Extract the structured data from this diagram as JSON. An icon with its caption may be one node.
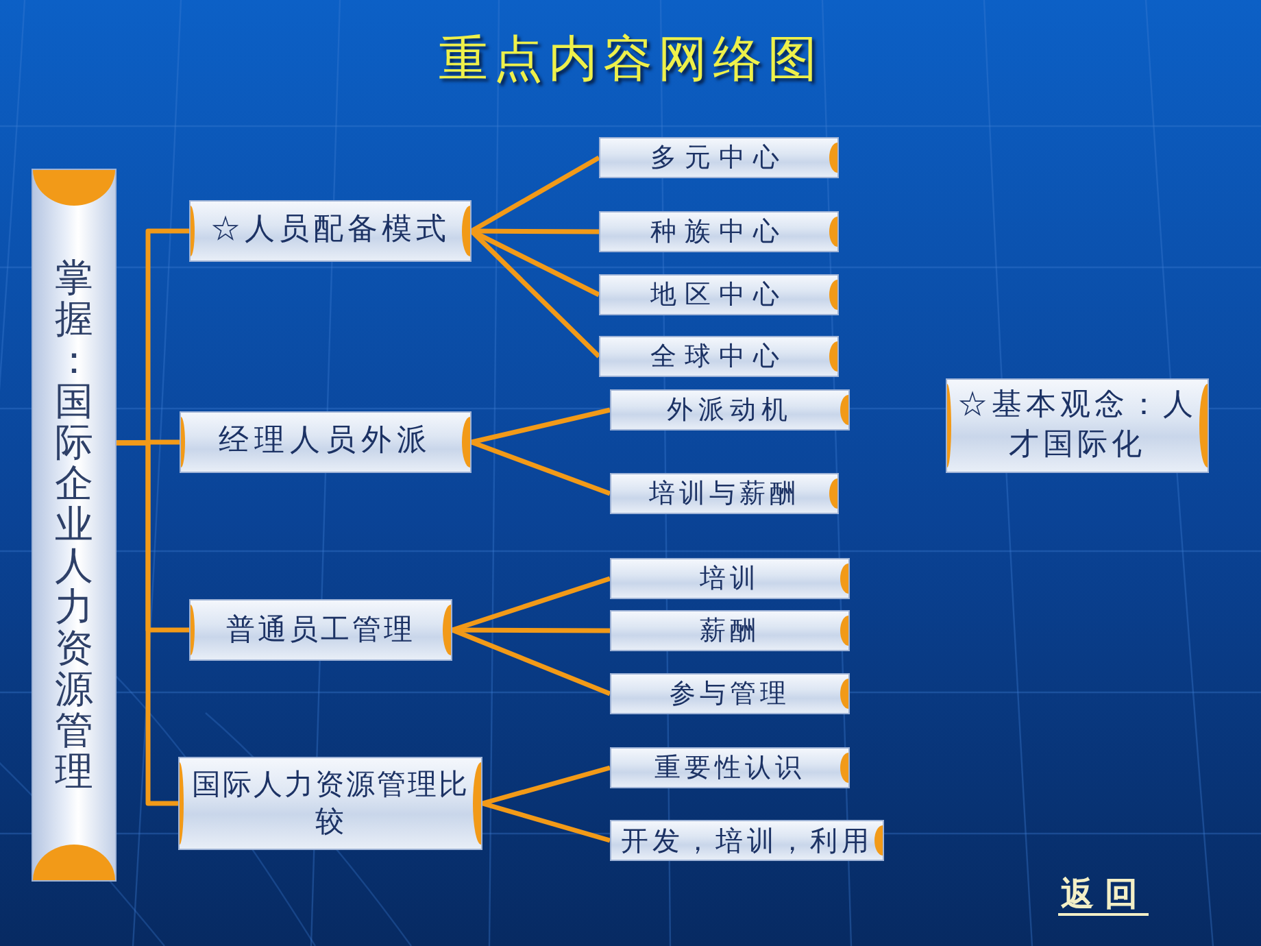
{
  "diagram": {
    "title": "重点内容网络图",
    "nodes": [
      {
        "text": [
          "掌握：国际企业人力资源管理"
        ]
      },
      {
        "text": [
          "☆人员配备模式"
        ]
      },
      {
        "text": [
          "经理人员外派"
        ]
      },
      {
        "text": [
          "普通员工管理"
        ]
      },
      {
        "text": [
          "国际人力资源管理比较"
        ]
      },
      {
        "text": [
          "多元中心"
        ]
      },
      {
        "text": [
          "种族中心"
        ]
      },
      {
        "text": [
          "地区中心"
        ]
      },
      {
        "text": [
          "全球中心"
        ]
      },
      {
        "text": [
          "外派动机"
        ]
      },
      {
        "text": [
          "培训与薪酬"
        ]
      },
      {
        "text": [
          "培训"
        ]
      },
      {
        "text": [
          "薪酬"
        ]
      },
      {
        "text": [
          "参与管理"
        ]
      },
      {
        "text": [
          "重要性认识"
        ]
      },
      {
        "text": [
          "开发，培训，利用"
        ]
      },
      {
        "text": [
          "☆基本观念：人才国际化"
        ]
      }
    ],
    "edges": [
      {
        "from": 0,
        "to": 1,
        "arrow": "none"
      },
      {
        "from": 0,
        "to": 2,
        "arrow": "none"
      },
      {
        "from": 0,
        "to": 3,
        "arrow": "none"
      },
      {
        "from": 0,
        "to": 4,
        "arrow": "none"
      },
      {
        "from": 1,
        "to": 5,
        "arrow": "none"
      },
      {
        "from": 1,
        "to": 6,
        "arrow": "none"
      },
      {
        "from": 1,
        "to": 7,
        "arrow": "none"
      },
      {
        "from": 1,
        "to": 8,
        "arrow": "none"
      },
      {
        "from": 2,
        "to": 9,
        "arrow": "none"
      },
      {
        "from": 2,
        "to": 10,
        "arrow": "none"
      },
      {
        "from": 3,
        "to": 11,
        "arrow": "none"
      },
      {
        "from": 3,
        "to": 12,
        "arrow": "none"
      },
      {
        "from": 3,
        "to": 13,
        "arrow": "none"
      },
      {
        "from": 4,
        "to": 14,
        "arrow": "none"
      },
      {
        "from": 4,
        "to": 15,
        "arrow": "none"
      }
    ],
    "labels": [
      "返回"
    ]
  }
}
